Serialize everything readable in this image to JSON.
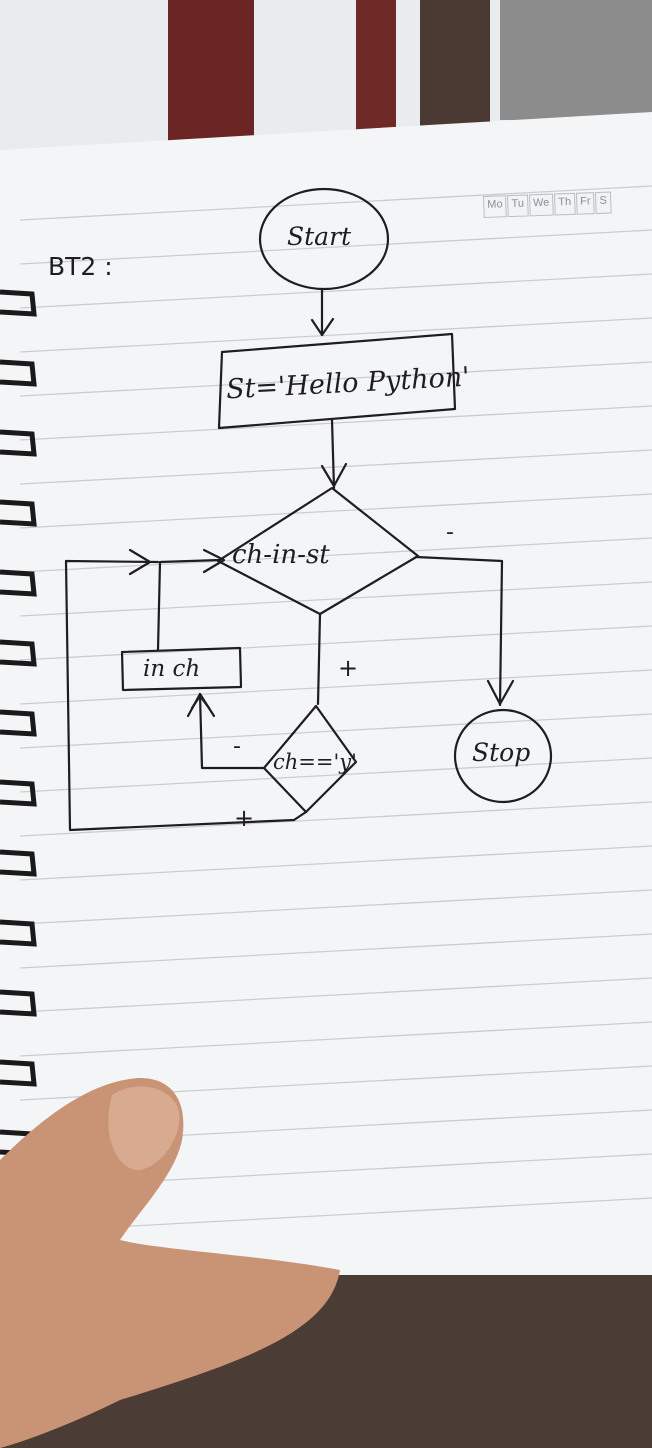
{
  "header": {
    "exercise_label": "BT2 :"
  },
  "date_strip": {
    "days": [
      "Mo",
      "Tu",
      "We",
      "Th",
      "Fr",
      "S"
    ]
  },
  "flowchart": {
    "start": "Start",
    "init": "St='Hello Python'",
    "loop_condition": "ch-in-st",
    "loop_false_label": "-",
    "loop_true_label": "+",
    "print": "in ch",
    "check": "ch=='y'",
    "check_false_label": "-",
    "check_true_label": "+",
    "stop": "Stop"
  },
  "colors": {
    "ink": "#1e1e22",
    "paper": "#f4f5f7",
    "rule_line": "#c9cdd3"
  }
}
